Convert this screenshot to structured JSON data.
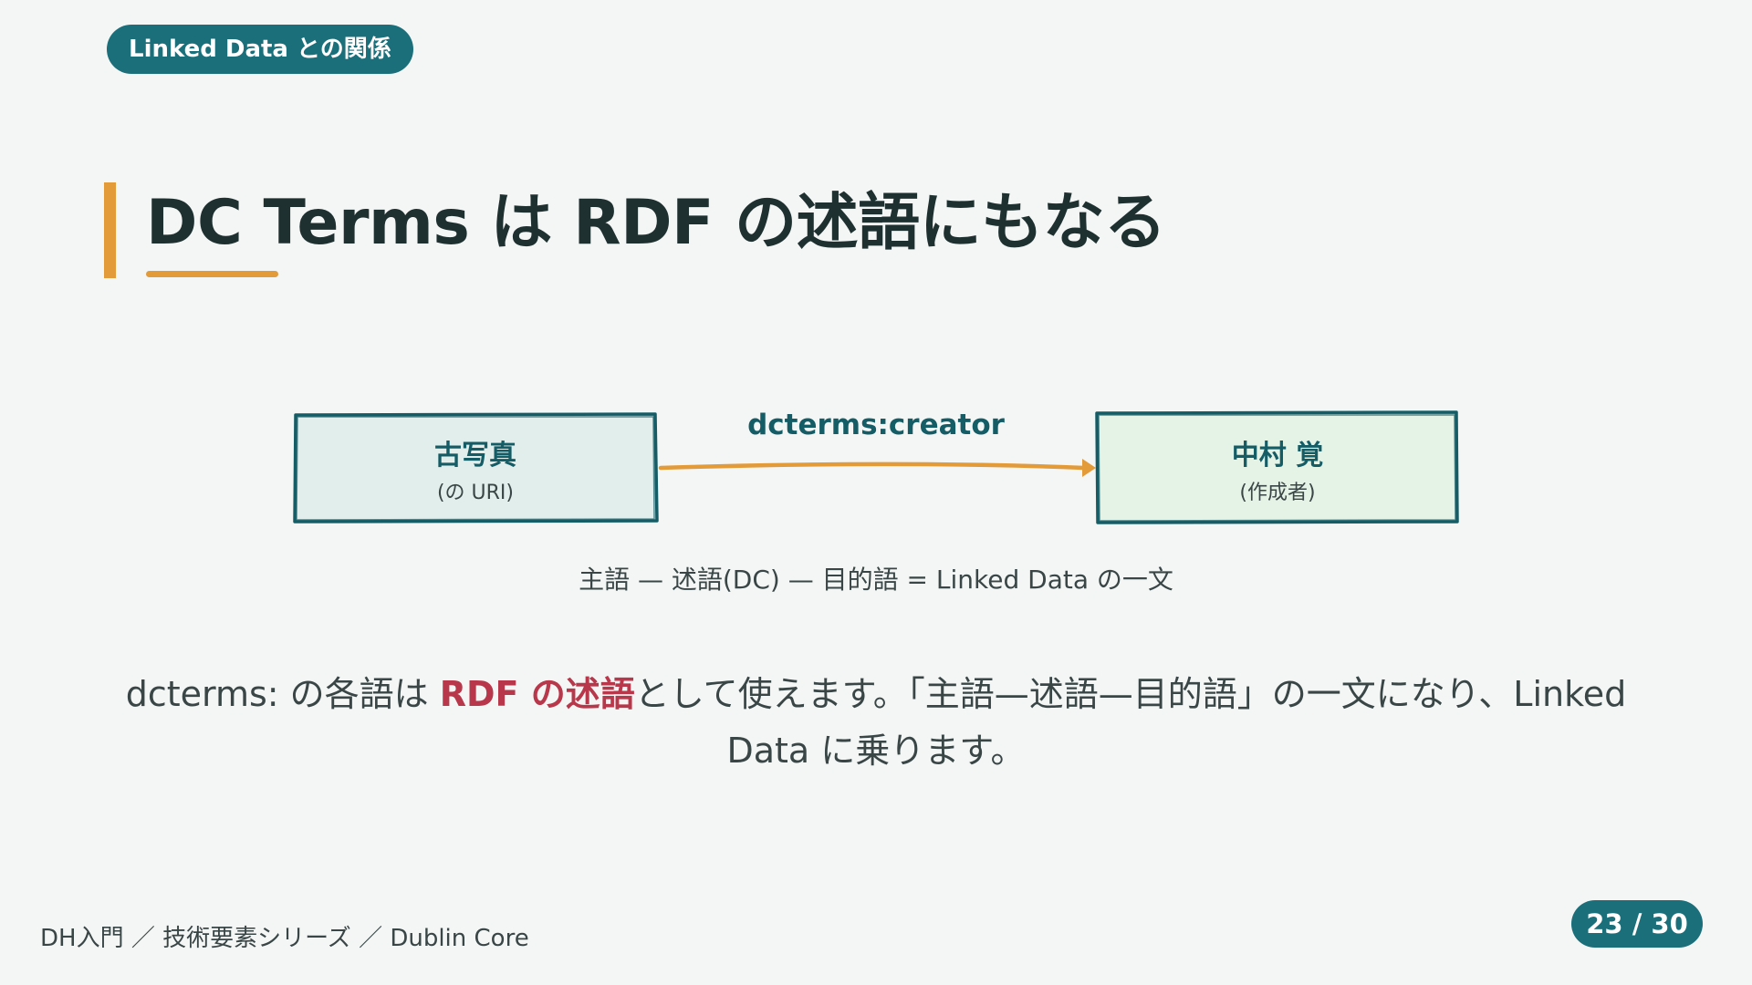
{
  "section_tag": "Linked Data との関係",
  "title": "DC Terms は RDF の述語にもなる",
  "diagram": {
    "subject": {
      "main": "古写真",
      "sub": "(の URI)"
    },
    "predicate": "dcterms:creator",
    "object": {
      "main": "中村 覚",
      "sub": "(作成者)"
    },
    "caption": "主語 — 述語(DC) — 目的語 = Linked Data の一文"
  },
  "body": {
    "part1": "dcterms: の各語は ",
    "highlight": "RDF の述語",
    "part2": "として使えます。「主語—述語—目的語」の一文になり、Linked Data に乗ります。"
  },
  "footer": {
    "breadcrumb": "DH入門 ／ 技術要素シリーズ ／ Dublin Core",
    "page": "23 / 30"
  },
  "colors": {
    "accent_teal": "#1a6f7a",
    "accent_orange": "#e39b3a",
    "highlight_red": "#b8374a",
    "subject_fill": "#e2eeec",
    "object_fill": "#e5f2e6"
  }
}
